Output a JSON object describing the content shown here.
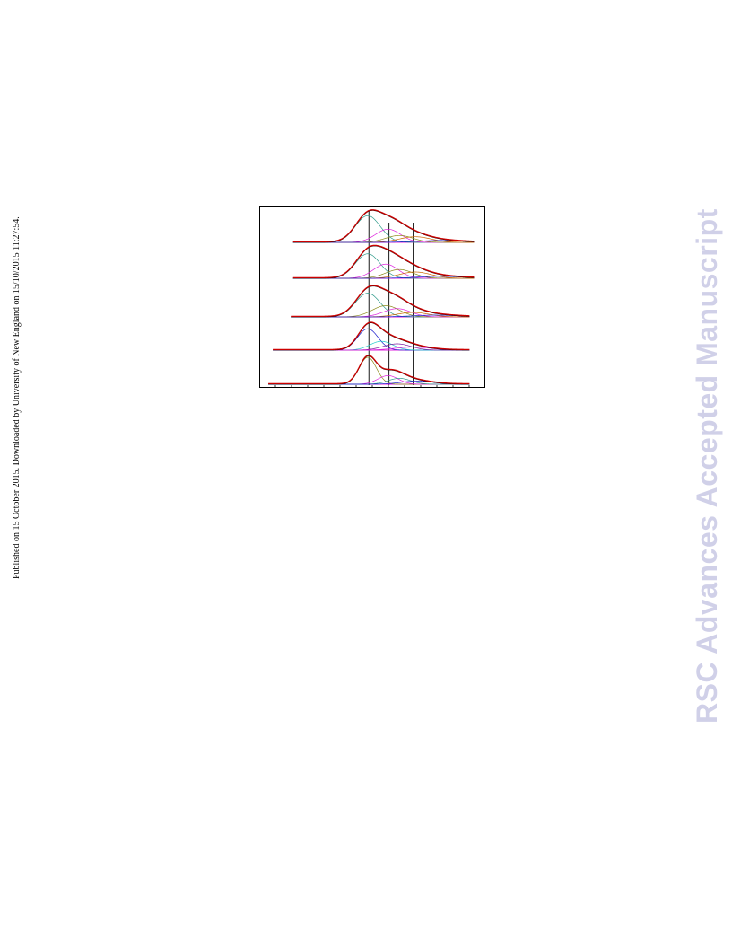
{
  "side_note": "Published on 15 October 2015. Downloaded by University of New England on 15/10/2015 11:27:54.",
  "watermark": "RSC Advances Accepted Manuscript",
  "colors": {
    "envelope": "#cc0000",
    "fit": "#000000",
    "teal": "#2f9a8a",
    "magenta": "#dd22dd",
    "olive": "#8a8a1a",
    "orange": "#cc6600",
    "blue": "#1a1acc",
    "cyan": "#22cccc",
    "purple": "#7a1aa0"
  },
  "chart_data": {
    "type": "line",
    "title": "",
    "xlabel": "",
    "ylabel": "",
    "grid": false,
    "x_domain": [
      0,
      100
    ],
    "reference_lines_x": [
      48.5,
      57.4,
      68.1
    ],
    "series": [
      {
        "components": [
          {
            "center": 48.0,
            "width": 5.5,
            "amp": 0.85,
            "color": "teal"
          },
          {
            "center": 57.0,
            "width": 5.5,
            "amp": 0.42,
            "color": "magenta"
          },
          {
            "center": 62.0,
            "width": 6.0,
            "amp": 0.22,
            "color": "olive"
          },
          {
            "center": 69.0,
            "width": 7.0,
            "amp": 0.18,
            "color": "orange"
          },
          {
            "center": 80.0,
            "width": 10.0,
            "amp": 0.06,
            "color": "blue"
          }
        ],
        "x_start": 15,
        "x_end": 95
      },
      {
        "components": [
          {
            "center": 48.0,
            "width": 5.5,
            "amp": 0.78,
            "color": "teal"
          },
          {
            "center": 56.0,
            "width": 5.5,
            "amp": 0.45,
            "color": "magenta"
          },
          {
            "center": 62.0,
            "width": 6.0,
            "amp": 0.28,
            "color": "olive"
          },
          {
            "center": 69.0,
            "width": 7.0,
            "amp": 0.2,
            "color": "orange"
          },
          {
            "center": 80.0,
            "width": 10.0,
            "amp": 0.06,
            "color": "blue"
          }
        ],
        "x_start": 15,
        "x_end": 95
      },
      {
        "components": [
          {
            "center": 48.0,
            "width": 5.5,
            "amp": 0.8,
            "color": "teal"
          },
          {
            "center": 56.0,
            "width": 6.0,
            "amp": 0.38,
            "color": "olive"
          },
          {
            "center": 61.0,
            "width": 6.0,
            "amp": 0.28,
            "color": "magenta"
          },
          {
            "center": 68.0,
            "width": 7.0,
            "amp": 0.15,
            "color": "orange"
          },
          {
            "center": 78.0,
            "width": 10.0,
            "amp": 0.06,
            "color": "blue"
          }
        ],
        "x_start": 14,
        "x_end": 93
      },
      {
        "components": [
          {
            "center": 48.0,
            "width": 4.5,
            "amp": 0.85,
            "color": "blue"
          },
          {
            "center": 54.0,
            "width": 5.0,
            "amp": 0.35,
            "color": "cyan"
          },
          {
            "center": 61.0,
            "width": 6.0,
            "amp": 0.25,
            "color": "purple"
          },
          {
            "center": 68.0,
            "width": 8.0,
            "amp": 0.12,
            "color": "magenta"
          }
        ],
        "x_start": 6,
        "x_end": 93
      },
      {
        "components": [
          {
            "center": 48.0,
            "width": 3.8,
            "amp": 1.0,
            "color": "olive"
          },
          {
            "center": 57.0,
            "width": 4.5,
            "amp": 0.32,
            "color": "magenta"
          },
          {
            "center": 62.0,
            "width": 5.0,
            "amp": 0.22,
            "color": "teal"
          },
          {
            "center": 70.0,
            "width": 7.0,
            "amp": 0.12,
            "color": "blue"
          }
        ],
        "x_start": 4,
        "x_end": 93
      }
    ]
  }
}
